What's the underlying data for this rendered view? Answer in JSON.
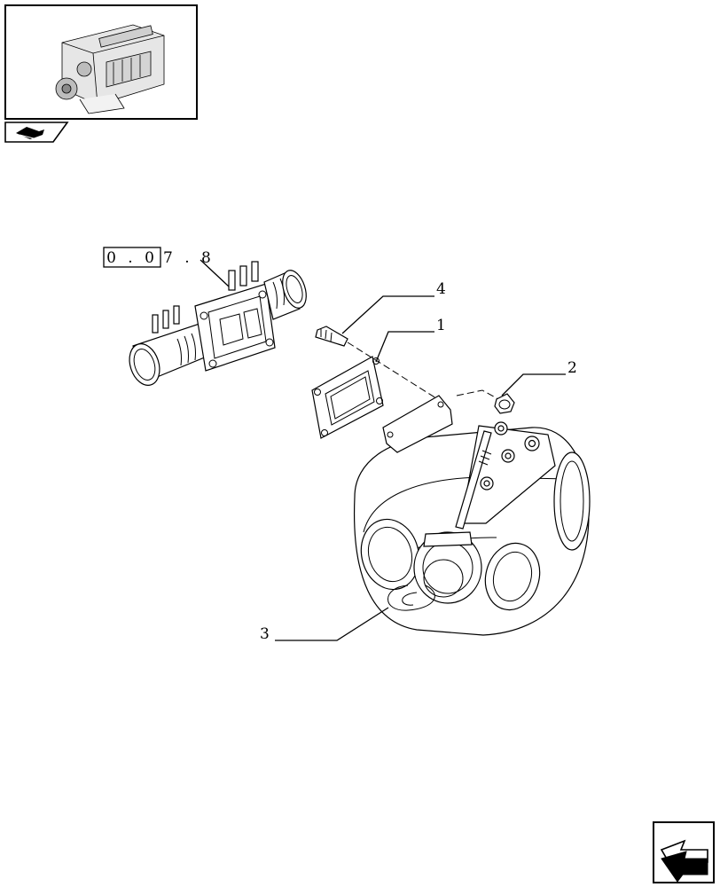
{
  "callouts": {
    "ref_box": "0 . 0",
    "ref_suffix": "7 . 8",
    "item_1": "1",
    "item_2": "2",
    "item_3": "3",
    "item_4": "4"
  },
  "icons": {
    "thumbnail": "engine-thumbnail-icon",
    "section": "book-section-icon",
    "nav": "next-page-arrow-icon"
  }
}
